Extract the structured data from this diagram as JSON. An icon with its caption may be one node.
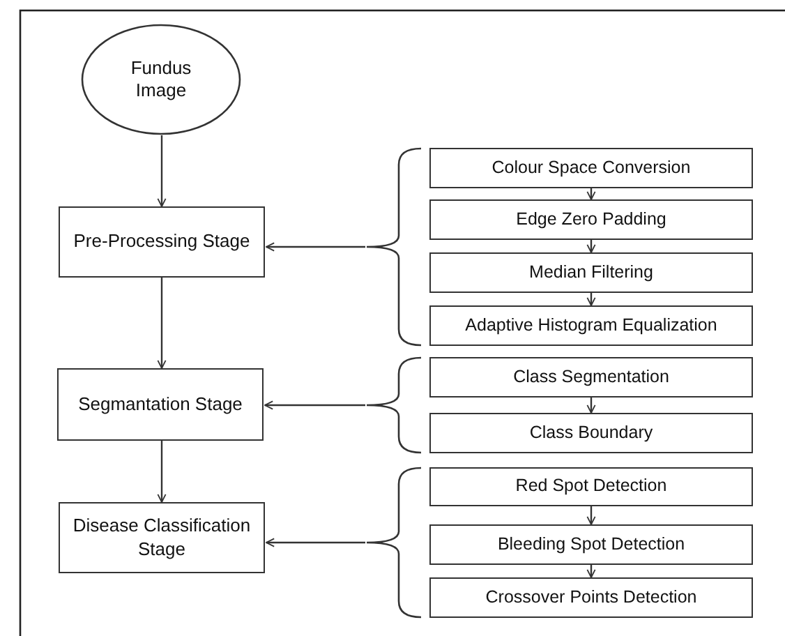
{
  "diagram": {
    "nodes": [
      {
        "text": [
          "Fundus Image"
        ]
      },
      {
        "text": [
          "Pre-Processing Stage"
        ]
      },
      {
        "text": [
          "Segmantation Stage"
        ]
      },
      {
        "text": [
          "Disease Classification Stage"
        ]
      },
      {
        "text": [
          "Colour Space Conversion"
        ]
      },
      {
        "text": [
          "Edge Zero Padding"
        ]
      },
      {
        "text": [
          "Median Filtering"
        ]
      },
      {
        "text": [
          "Adaptive Histogram Equalization"
        ]
      },
      {
        "text": [
          "Class Segmentation"
        ]
      },
      {
        "text": [
          "Class Boundary"
        ]
      },
      {
        "text": [
          "Red Spot Detection"
        ]
      },
      {
        "text": [
          "Bleeding Spot Detection"
        ]
      },
      {
        "text": [
          "Crossover Points Detection"
        ]
      },
      {
        "text": [],
        "shape": "brace"
      },
      {
        "text": [],
        "shape": "brace"
      },
      {
        "text": [],
        "shape": "brace"
      }
    ],
    "edges": [
      {
        "from": 0,
        "to": 1,
        "arrow": "to"
      },
      {
        "from": 1,
        "to": 2,
        "arrow": "to"
      },
      {
        "from": 2,
        "to": 3,
        "arrow": "to"
      },
      {
        "from": 4,
        "to": 5,
        "arrow": "to"
      },
      {
        "from": 5,
        "to": 6,
        "arrow": "to"
      },
      {
        "from": 6,
        "to": 7,
        "arrow": "to"
      },
      {
        "from": 8,
        "to": 9,
        "arrow": "to"
      },
      {
        "from": 10,
        "to": 11,
        "arrow": "to"
      },
      {
        "from": 11,
        "to": 12,
        "arrow": "to"
      },
      {
        "from": 13,
        "to": 1,
        "arrow": "to"
      },
      {
        "from": 14,
        "to": 2,
        "arrow": "to"
      },
      {
        "from": 15,
        "to": 3,
        "arrow": "to"
      }
    ]
  }
}
